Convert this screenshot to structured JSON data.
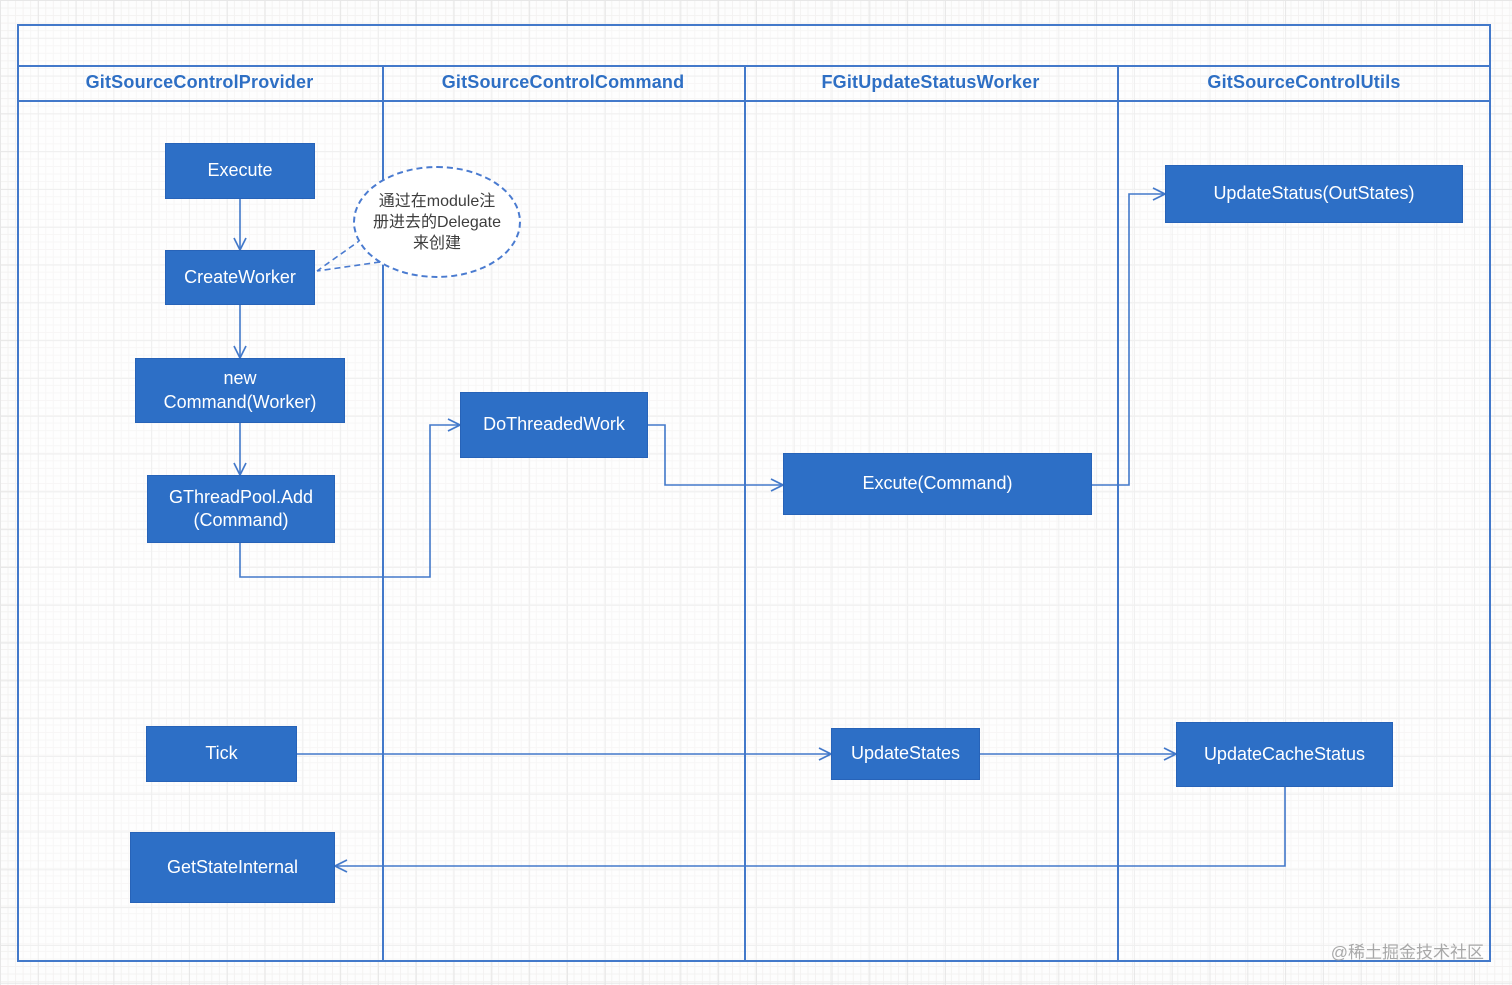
{
  "lanes": [
    {
      "label": "GitSourceControlProvider"
    },
    {
      "label": "GitSourceControlCommand"
    },
    {
      "label": "FGitUpdateStatusWorker"
    },
    {
      "label": "GitSourceControlUtils"
    }
  ],
  "nodes": {
    "execute": {
      "label": "Execute"
    },
    "create_worker": {
      "label": "CreateWorker"
    },
    "new_command": {
      "label": "new\nCommand(Worker)"
    },
    "gthreadpool_add": {
      "label": "GThreadPool.Add\n(Command)"
    },
    "do_threaded_work": {
      "label": "DoThreadedWork"
    },
    "excute_command": {
      "label": "Excute(Command)"
    },
    "update_status": {
      "label": "UpdateStatus(OutStates)"
    },
    "tick": {
      "label": "Tick"
    },
    "update_states": {
      "label": "UpdateStates"
    },
    "update_cache_status": {
      "label": "UpdateCacheStatus"
    },
    "get_state_internal": {
      "label": "GetStateInternal"
    }
  },
  "note": {
    "text": "通过在module注\n册进去的Delegate\n来创建"
  },
  "watermark": "@稀土掘金技术社区",
  "colors": {
    "node_fill": "#2d6fc6",
    "connector": "#4379ca",
    "lane_header_text": "#2e6fc4",
    "note_text": "#3d3d3d",
    "watermark_text": "#9b9b9b"
  }
}
